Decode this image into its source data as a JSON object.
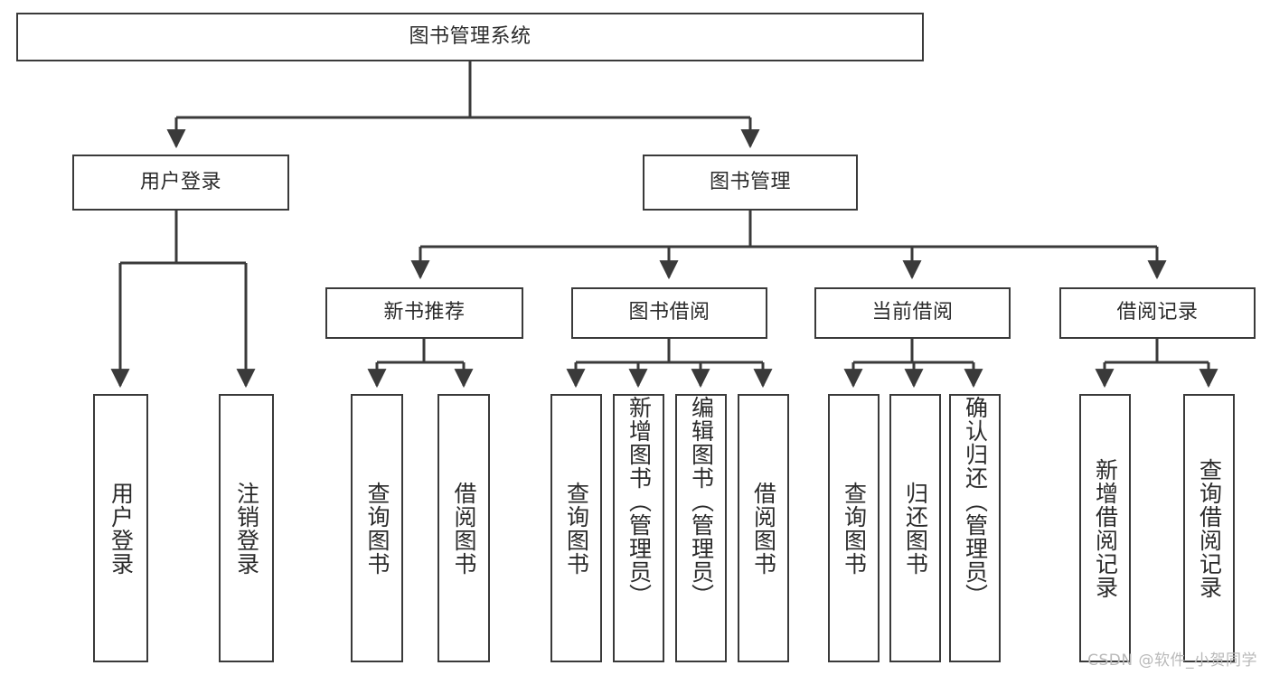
{
  "diagram": {
    "title": "图书管理系统",
    "type": "tree-hierarchy",
    "root": {
      "label": "图书管理系统"
    },
    "level2": [
      {
        "label": "用户登录"
      },
      {
        "label": "图书管理"
      }
    ],
    "level3": [
      {
        "label": "新书推荐"
      },
      {
        "label": "图书借阅"
      },
      {
        "label": "当前借阅"
      },
      {
        "label": "借阅记录"
      }
    ],
    "leaves": [
      {
        "label": "用户登录",
        "parent": "用户登录"
      },
      {
        "label": "注销登录",
        "parent": "用户登录"
      },
      {
        "label": "查询图书",
        "parent": "新书推荐"
      },
      {
        "label": "借阅图书",
        "parent": "新书推荐"
      },
      {
        "label": "查询图书",
        "parent": "图书借阅"
      },
      {
        "label": "新增图书（管理员）",
        "parent": "图书借阅"
      },
      {
        "label": "编辑图书（管理员）",
        "parent": "图书借阅"
      },
      {
        "label": "借阅图书",
        "parent": "图书借阅"
      },
      {
        "label": "查询图书",
        "parent": "当前借阅"
      },
      {
        "label": "归还图书",
        "parent": "当前借阅"
      },
      {
        "label": "确认归还（管理员）",
        "parent": "当前借阅"
      },
      {
        "label": "新增借阅记录",
        "parent": "借阅记录"
      },
      {
        "label": "查询借阅记录",
        "parent": "借阅记录"
      }
    ]
  },
  "watermark": {
    "text": "CSDN @软件_小贺同学"
  },
  "colors": {
    "stroke": "#3a3a3a",
    "text": "#2b2b2b",
    "background": "#ffffff",
    "watermark": "#b9b9b9"
  }
}
